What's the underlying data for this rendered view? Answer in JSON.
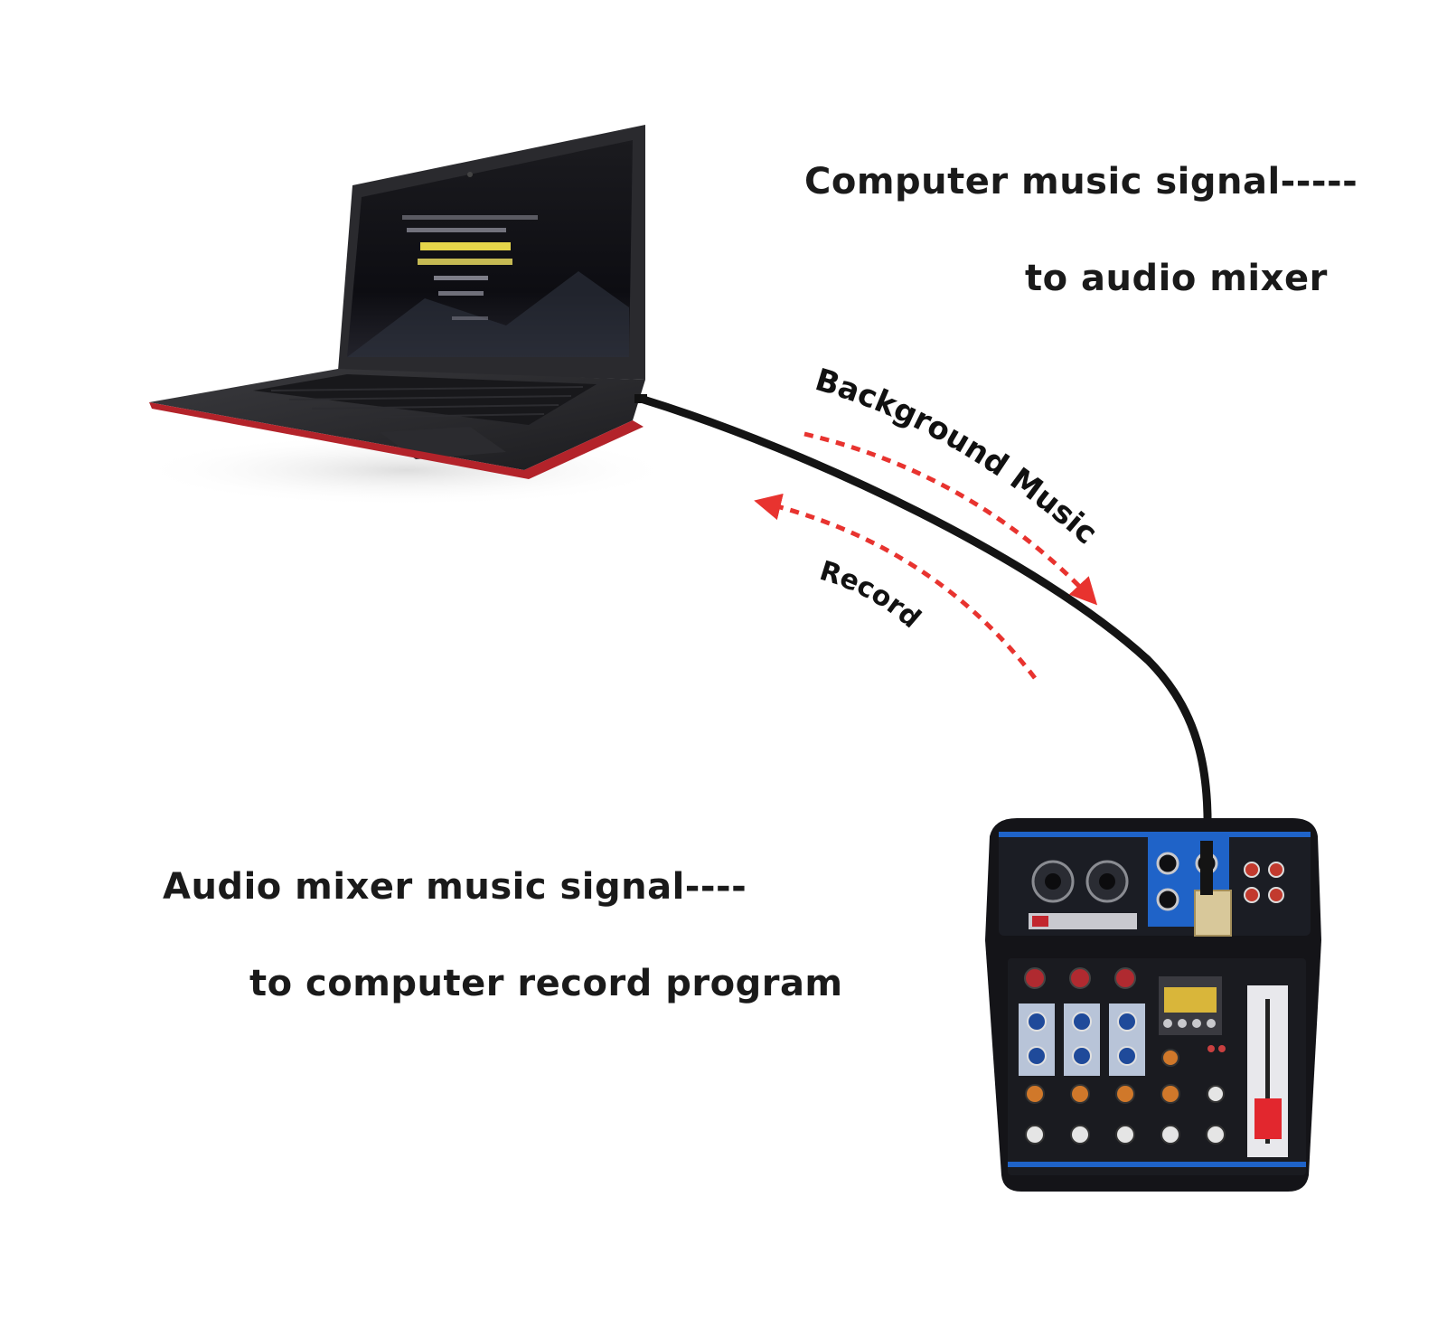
{
  "labels": {
    "computer_signal_line1": "Computer music signal-----",
    "computer_signal_line2": "to audio mixer",
    "mixer_signal_line1": "Audio mixer music signal----",
    "mixer_signal_line2": "to computer record program",
    "background_music": "Background Music",
    "record": "Record"
  },
  "colors": {
    "arrow": "#e8332f",
    "laptop_trim": "#b3232a",
    "cable": "#141414",
    "mixer_accent": "#1f63c8"
  },
  "icons": {
    "laptop": "laptop-icon",
    "mixer": "audio-mixer-icon",
    "cable": "usb-cable",
    "arrow_to_mixer": "arrow-right-icon",
    "arrow_to_computer": "arrow-left-icon"
  }
}
